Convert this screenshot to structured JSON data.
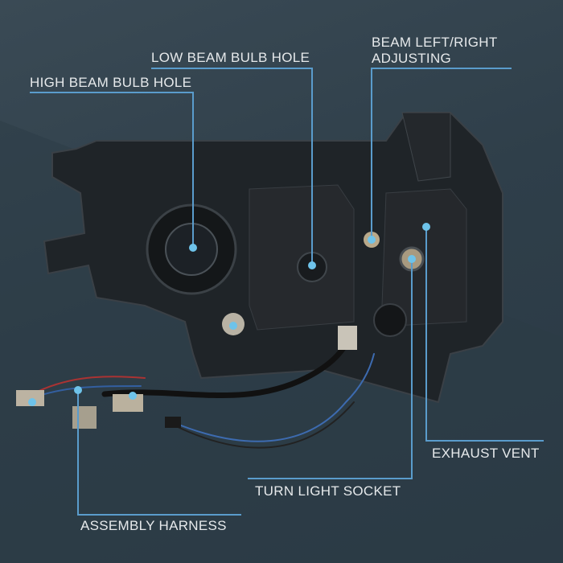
{
  "labels": {
    "high_beam": "HIGH BEAM BULB HOLE",
    "low_beam": "LOW BEAM BULB HOLE",
    "beam_adjust_line1": "BEAM LEFT/RIGHT",
    "beam_adjust_line2": "ADJUSTING",
    "exhaust_vent": "EXHAUST VENT",
    "turn_light": "TURN LIGHT SOCKET",
    "harness": "ASSEMBLY HARNESS"
  },
  "colors": {
    "background": "#33444f",
    "callout_line": "#5a9ccc",
    "callout_dot": "#6ec3ea",
    "label_text": "#e6e9eb",
    "housing": "#1f2428"
  }
}
